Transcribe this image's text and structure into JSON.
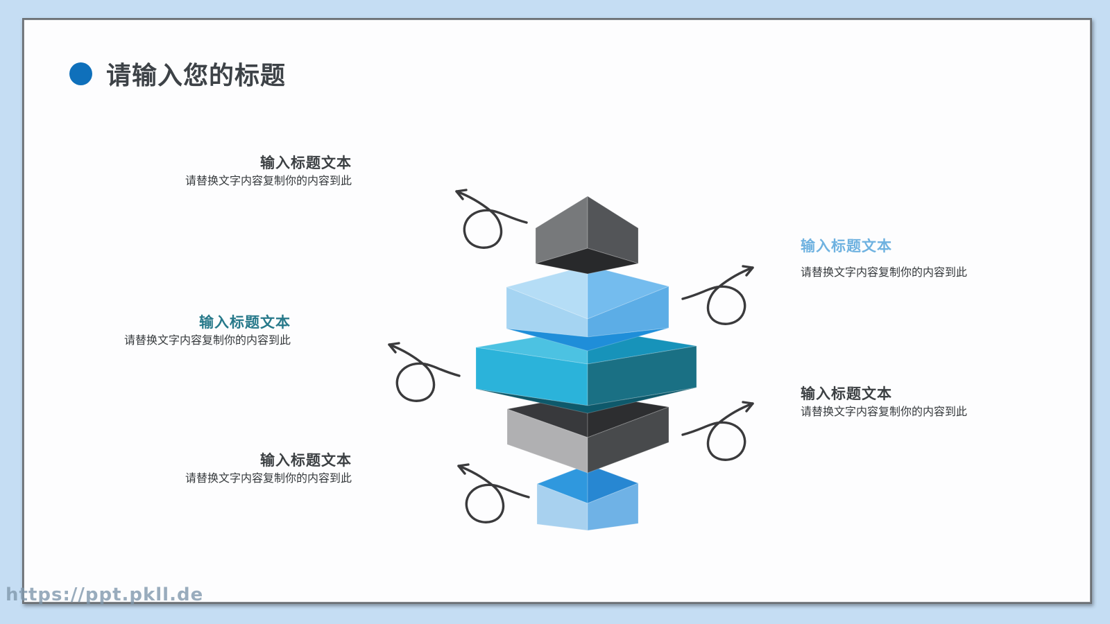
{
  "slide": {
    "title": "请输入您的标题",
    "watermark": "https://ppt.pkll.de"
  },
  "labels": [
    {
      "position": "top-left",
      "title": "输入标题文本",
      "body": "请替换文字内容复制你的内容到此",
      "title_color": "#3c4043"
    },
    {
      "position": "middle-left",
      "title": "输入标题文本",
      "body": "请替换文字内容复制你的内容到此",
      "title_color": "#27798a"
    },
    {
      "position": "bottom-left",
      "title": "输入标题文本",
      "body": "请替换文字内容复制你的内容到此",
      "title_color": "#3c4043"
    },
    {
      "position": "top-right",
      "title": "输入标题文本",
      "body": "请替换文字内容复制你的内容到此",
      "title_color": "#6fb2e0"
    },
    {
      "position": "bottom-right",
      "title": "输入标题文本",
      "body": "请替换文字内容复制你的内容到此",
      "title_color": "#3c4043"
    }
  ],
  "diagram": {
    "arrow_color": "#3a3a3c",
    "layers": [
      {
        "name": "top-dark-box",
        "colors": {
          "left": "#77797b",
          "right": "#535558",
          "bottom": "#28292b"
        }
      },
      {
        "name": "upper-light-blue-slab",
        "colors": {
          "top_left": "#b5ddf6",
          "top_right": "#74bcee",
          "left": "#a5d4f2",
          "right": "#5cade6",
          "bottom": "#1f8ed9"
        }
      },
      {
        "name": "center-teal-slab",
        "colors": {
          "top_left": "#4cc2e2",
          "top_right": "#1793ba",
          "left": "#2bb3da",
          "right": "#1a7084",
          "bottom": "#0e596b"
        }
      },
      {
        "name": "lower-gray-slab",
        "colors": {
          "top_left": "#38393c",
          "top_right": "#2d2e30",
          "left": "#b0b0b2",
          "right": "#484a4c"
        }
      },
      {
        "name": "bottom-blue-cube",
        "colors": {
          "top_left": "#2f98de",
          "top_right": "#2787d2",
          "left": "#a8d1ef",
          "right": "#6fb2e6"
        }
      }
    ]
  },
  "theme": {
    "background": "#c5ddf3",
    "card_background": "#fdfdfe",
    "title_dot_color": "#0f70bb",
    "title_color": "#3d4247",
    "body_text_color": "#35393c"
  }
}
